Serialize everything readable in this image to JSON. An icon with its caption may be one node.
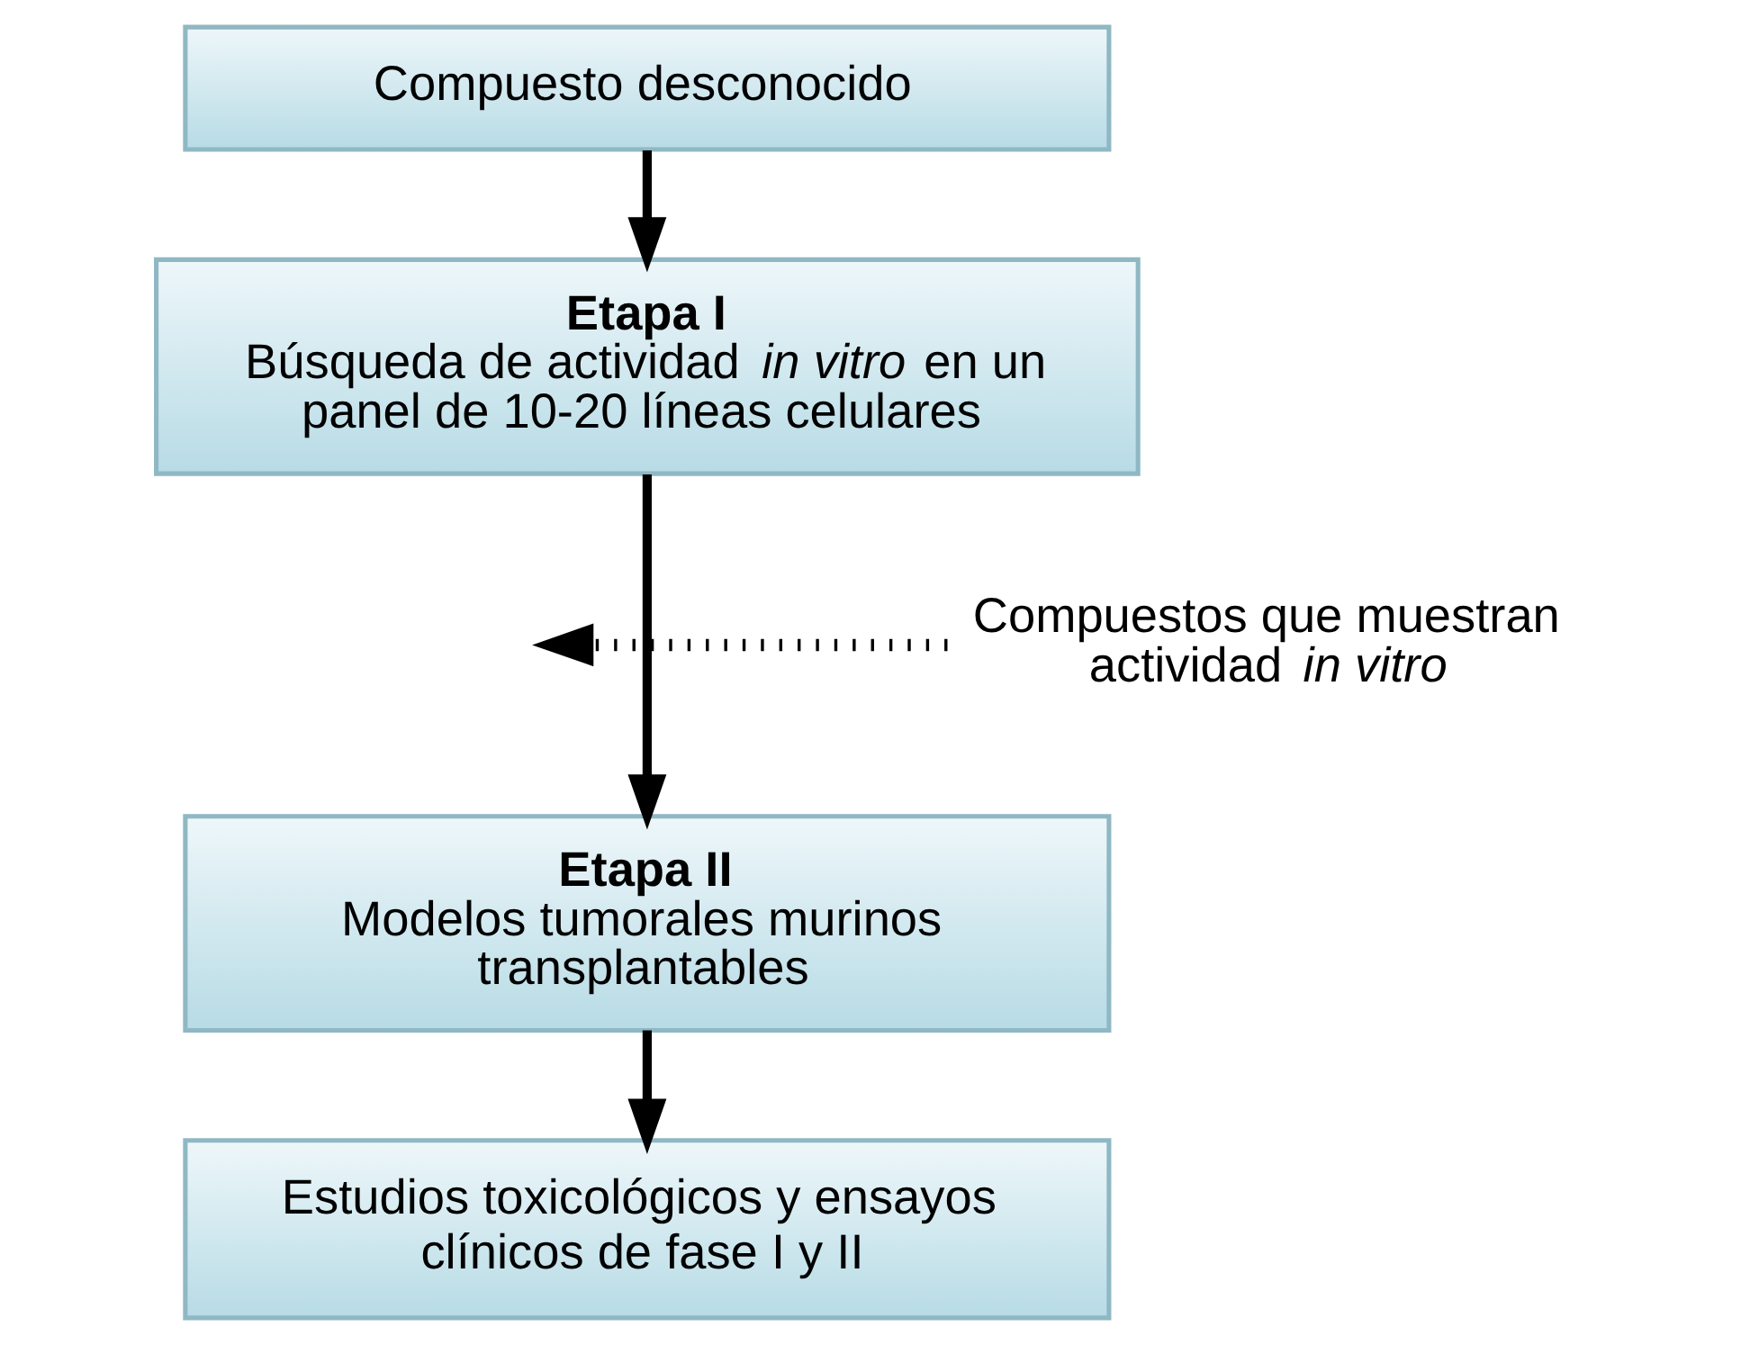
{
  "diagram": {
    "nodes": [
      {
        "text": [
          "Compuesto desconocido"
        ]
      },
      {
        "text": [
          "Etapa I",
          "Búsqueda de actividad *in vitro* en un panel de 10-20 líneas celulares"
        ]
      },
      {
        "text": [
          "Etapa II",
          "Modelos tumorales murinos transplantables"
        ]
      },
      {
        "text": [
          "Estudios toxicológicos y ensayos clínicos de fase I y II"
        ]
      },
      {
        "text": [
          "Compuestos que muestran actividad *in vitro*"
        ]
      }
    ],
    "edges": [
      {
        "from": 0,
        "to": 1,
        "arrow": "to"
      },
      {
        "from": 1,
        "to": 2,
        "arrow": "to"
      },
      {
        "from": 2,
        "to": 3,
        "arrow": "to"
      },
      {
        "from": 4,
        "to": null,
        "arrow": "to",
        "style": "dashed"
      }
    ]
  }
}
